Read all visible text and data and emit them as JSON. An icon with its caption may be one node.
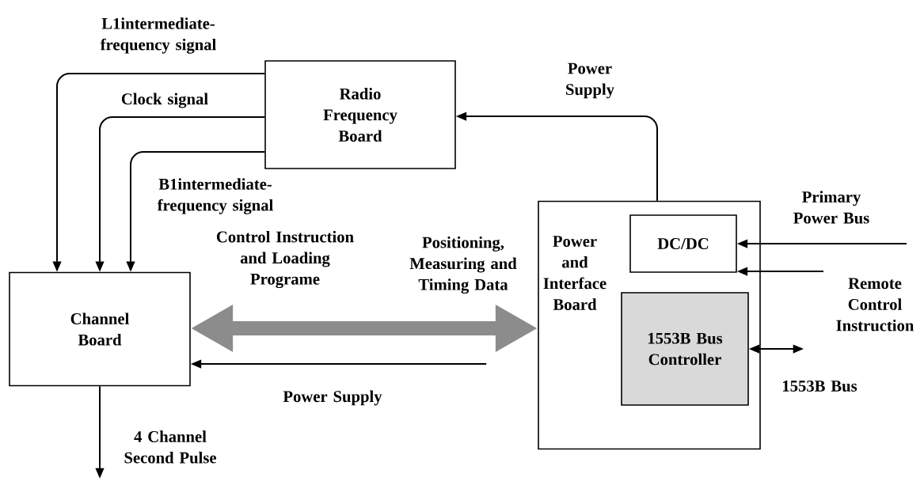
{
  "diagram": {
    "nodes": [
      {
        "text": [
          "Radio Frequency Board"
        ]
      },
      {
        "text": [
          "Channel Board"
        ]
      },
      {
        "text": [
          "Power and Interface Board"
        ]
      },
      {
        "text": [
          "DC/DC"
        ],
        "in": 2
      },
      {
        "text": [
          "1553B Bus Controller"
        ],
        "in": 2
      }
    ],
    "edges": [
      {
        "from": 0,
        "to": 1,
        "arrow": "to",
        "label": "L1intermediate-frequency signal"
      },
      {
        "from": 0,
        "to": 1,
        "arrow": "to",
        "label": "Clock signal"
      },
      {
        "from": 0,
        "to": 1,
        "arrow": "to",
        "label": "B1intermediate-frequency signal"
      },
      {
        "from": 2,
        "to": 0,
        "arrow": "to",
        "label": "Power Supply"
      },
      {
        "from": 1,
        "to": 2,
        "arrow": "both",
        "label": "Control Instruction and Loading Programe",
        "style": "thick",
        "color": "#8c8c8c"
      },
      {
        "from": 2,
        "to": 1,
        "arrow": "to",
        "label": "Power Supply"
      },
      {
        "from": null,
        "to": 3,
        "arrow": "to",
        "label": "Primary Power Bus"
      },
      {
        "from": null,
        "to": 3,
        "arrow": "to",
        "label": "Remote Control Instruction"
      },
      {
        "from": 4,
        "to": null,
        "arrow": "both",
        "label": "1553B Bus"
      },
      {
        "from": 1,
        "to": null,
        "arrow": "to",
        "label": "4 Channel Second Pulse"
      }
    ],
    "labels": [
      "Positioning, Measuring and Timing Data"
    ]
  }
}
